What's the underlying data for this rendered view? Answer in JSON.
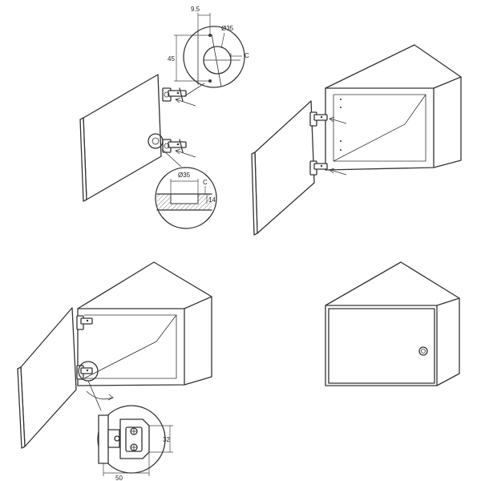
{
  "detail_top": {
    "offset_label": "9.5",
    "diameter_label": "Ø35",
    "spacing_label": "45",
    "c_label": "C"
  },
  "detail_section": {
    "diameter_label": "Ø35",
    "c_label": "C",
    "depth_label": "14"
  },
  "detail_hinge": {
    "height_label": "32",
    "width_label": "50"
  }
}
